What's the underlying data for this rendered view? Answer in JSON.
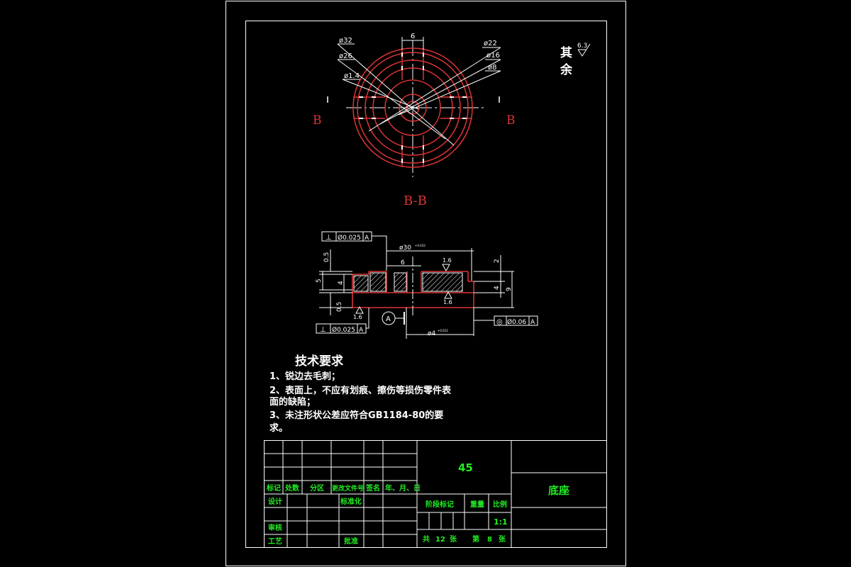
{
  "top_view": {
    "dims": {
      "d32": "ø32",
      "d26": "ø26",
      "d14": "ø1.4",
      "d22": "ø22",
      "d16": "ø16",
      "d8": "ø8",
      "slot_width": "6"
    },
    "section_mark_left": "B",
    "section_mark_right": "B",
    "section_title": "B-B"
  },
  "roughness_note": {
    "qi": "其",
    "yu": "余",
    "value": "6.3"
  },
  "section_view": {
    "tol_top": {
      "symbol": "⊥",
      "value": "Ø0.025",
      "datum": "A"
    },
    "tol_bottom": {
      "symbol": "⊥",
      "value": "Ø0.025",
      "datum": "A"
    },
    "tol_right": {
      "symbol": "◎",
      "value": "Ø0.06",
      "datum": "A"
    },
    "dim_d30": "ø30",
    "dim_d30_tol": "+0.033",
    "dim_d4": "ø4",
    "dim_d4_tol": "+0.012",
    "dim_slot": "6",
    "dim_05_top": "0.5",
    "dim_05_bottom": "0.5",
    "dim_5": "5",
    "dim_4_left": "4",
    "dim_2": "2",
    "dim_4_right": "4",
    "dim_9": "9",
    "rough_top": "1.6",
    "rough_mid": "1.6",
    "rough_left": "1.6",
    "datum_label": "A"
  },
  "tech_req": {
    "title": "技术要求",
    "line1": "1、锐边去毛刺；",
    "line2": "2、表面上，不应有划痕、擦伤等损伤零件表",
    "line3": "面的缺陷；",
    "line4": "3、未注形状公差应符合GB1184-80的要",
    "line5": "求。"
  },
  "title_block": {
    "material": "45",
    "part_name": "底座",
    "scale": "1:1",
    "headers": {
      "biaoji": "标记",
      "chushu": "处数",
      "fenqu": "分区",
      "genggai": "更改文件号",
      "qianming": "签名",
      "riqi": "年、月、日"
    },
    "sheji": "设计",
    "biaozhunhua": "标准化",
    "shenhe": "审核",
    "gongyi": "工艺",
    "pizhun": "批准",
    "jieduan": "阶段标记",
    "zhongliang": "重量",
    "bili": "比例",
    "gong": "共",
    "total_sheets": "12",
    "zhang1": "张",
    "di": "第",
    "sheet_no": "8",
    "zhang2": "张"
  },
  "colors": {
    "background": "#000000",
    "outline": "#ffffff",
    "part": "#dd3333",
    "title_text": "#22ee22"
  }
}
